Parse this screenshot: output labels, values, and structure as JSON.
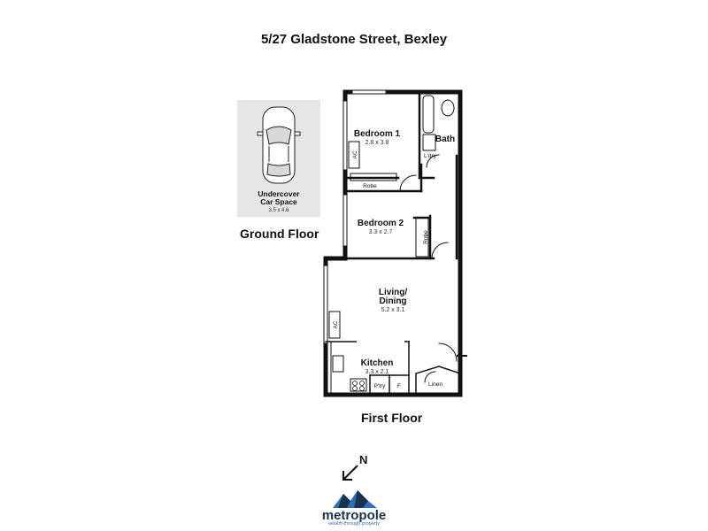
{
  "title": "5/27 Gladstone Street, Bexley",
  "ground_floor": {
    "label": "Ground Floor",
    "car_space": {
      "name": "Undercover\nCar Space",
      "dims": "3.5 x 4.6"
    }
  },
  "first_floor": {
    "label": "First Floor",
    "rooms": {
      "bedroom1": {
        "name": "Bedroom 1",
        "dims": "2.8 x 3.8"
      },
      "bedroom2": {
        "name": "Bedroom 2",
        "dims": "3.3 x 2.7"
      },
      "bath": {
        "name": "Bath"
      },
      "laundry": {
        "name": "L'dry"
      },
      "living": {
        "name": "Living/\nDining",
        "dims": "5.2 x 3.1"
      },
      "kitchen": {
        "name": "Kitchen",
        "dims": "3.3 x 2.1"
      },
      "pantry": {
        "name": "P'try"
      },
      "fridge": {
        "name": "F"
      },
      "linen": {
        "name": "Linen"
      },
      "robe1": {
        "name": "Robe"
      },
      "robe2": {
        "name": "Robe"
      },
      "ac1": {
        "name": "AC"
      },
      "ac2": {
        "name": "AC"
      }
    }
  },
  "compass": {
    "label": "N"
  },
  "logo": {
    "wordmark": "metropole",
    "tagline": "wealth through property"
  },
  "colors": {
    "wall": "#111111",
    "car_panel": "#e6e6e6",
    "logo_dark": "#1a3350",
    "logo_blue": "#2d6fb8"
  }
}
